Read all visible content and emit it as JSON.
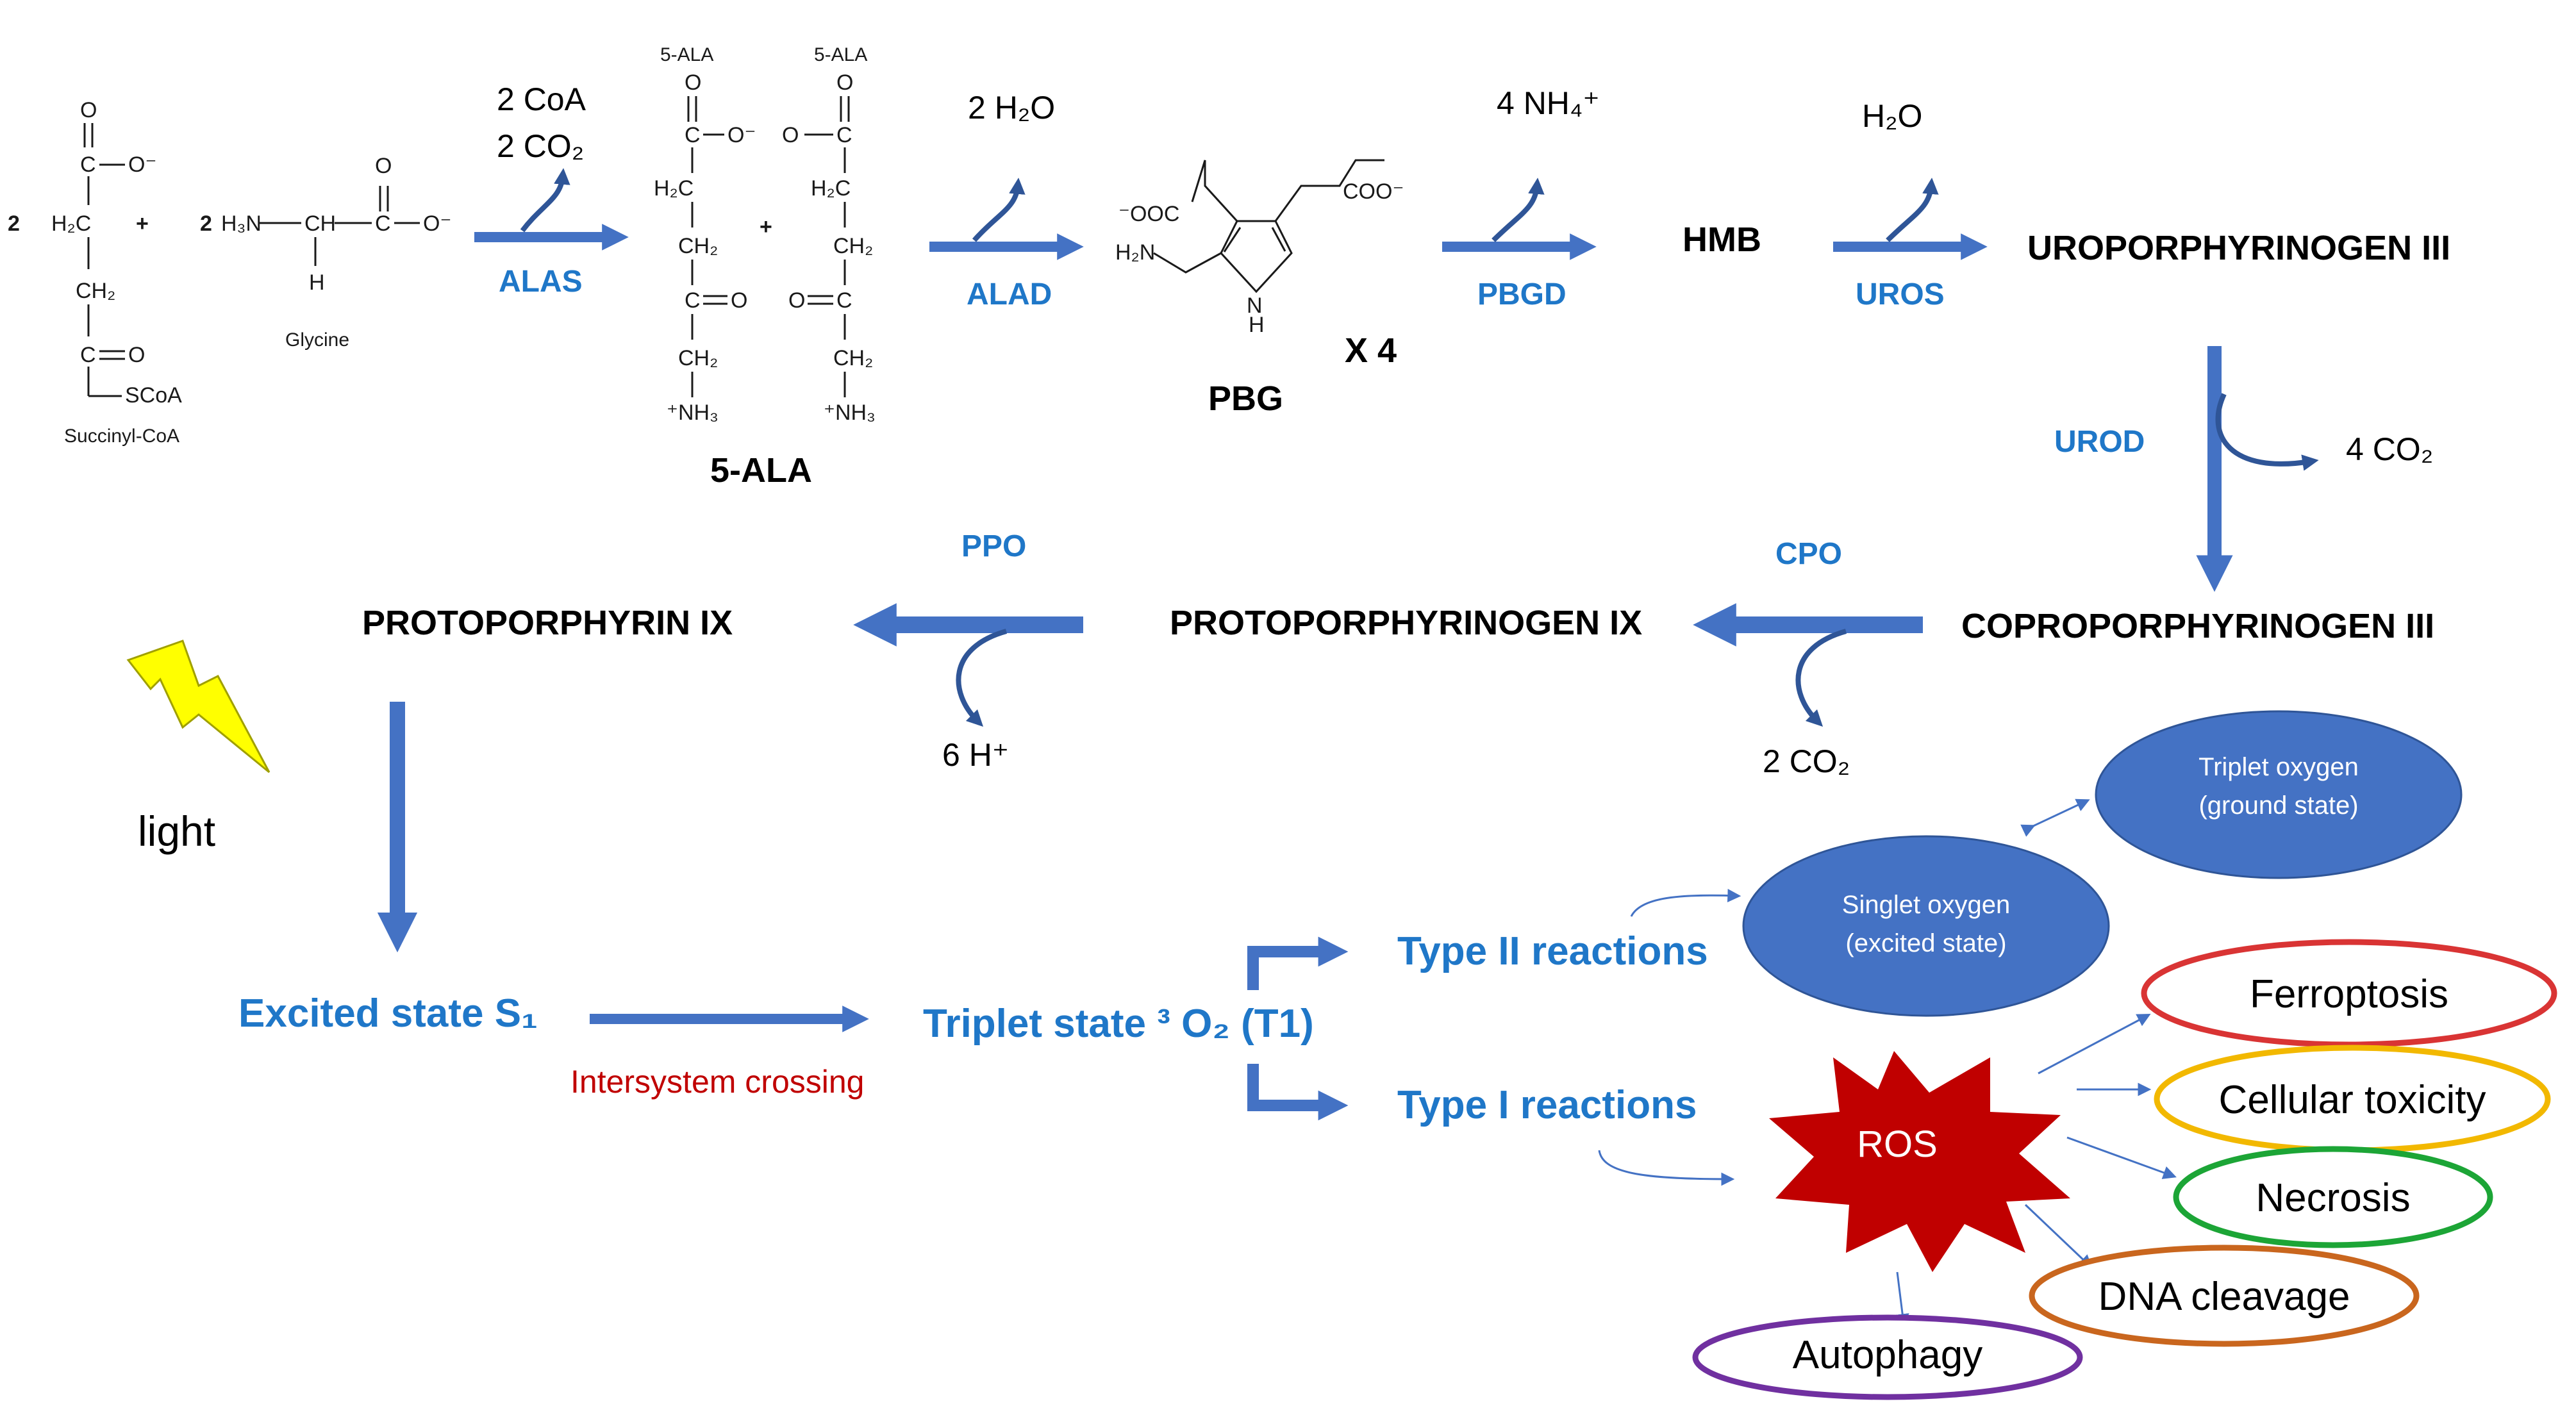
{
  "colors": {
    "arrow": "#4472C4",
    "enzyme_text": "#1F77C8",
    "ellipse_fill": "#4472C4",
    "ros_fill": "#C00000",
    "isc_text": "#C00000",
    "lightning_fill": "#FFFF00",
    "lightning_stroke": "#A0A000",
    "ferroptosis": "#D93434",
    "toxicity": "#F2B800",
    "necrosis": "#1CA536",
    "dna": "#C9661E",
    "autophagy": "#7030A0"
  },
  "reactants": {
    "coefficient_succinyl": "2",
    "plus": "+",
    "coefficient_glycine": "2",
    "succinyl_label": "Succinyl-CoA",
    "glycine_label": "Glycine",
    "atom_o": "O",
    "atom_c": "C",
    "atom_coo": "O⁻",
    "atom_h2c": "H₂C",
    "atom_ch2": "CH₂",
    "atom_scoa": "SCoA",
    "atom_h3n": "H₃N",
    "atom_ch": "CH",
    "atom_h": "H",
    "atom_nh3": "⁺NH₃"
  },
  "products": {
    "ala_header": "5-ALA",
    "ala_title": "5-ALA",
    "pbg_title": "PBG",
    "pbg_multiplier": "X 4",
    "pbg_coo": "COO⁻",
    "pbg_ooc": "⁻OOC",
    "pbg_h2n": "H₂N",
    "pbg_n": "N",
    "pbg_h": "H"
  },
  "pathway": {
    "hmb": "HMB",
    "uroporphyrinogen": "UROPORPHYRINOGEN  III",
    "coproporphyrinogen": "COPROPORPHYRINOGEN  III",
    "protoporphyrinogen": "PROTOPORPHYRINOGEN  IX",
    "protoporphyrin": "PROTOPORPHYRIN  IX"
  },
  "enzymes": {
    "alas": "ALAS",
    "alad": "ALAD",
    "pbgd": "PBGD",
    "uros": "UROS",
    "urod": "UROD",
    "cpo": "CPO",
    "ppo": "PPO"
  },
  "byproducts": {
    "coa": "2 CoA",
    "co2_alas": "2 CO₂",
    "water_alad": "2 H₂O",
    "ammonium": "4 NH₄⁺",
    "water_uros": "H₂O",
    "co2_urod": "4 CO₂",
    "co2_cpo": "2 CO₂",
    "protons": "6 H⁺"
  },
  "photodynamic": {
    "light": "light",
    "excited_state": "Excited state S₁",
    "intersystem_crossing": "Intersystem crossing",
    "triplet_state": "Triplet state ³ O₂ (T1)",
    "type2": "Type II reactions",
    "type1": "Type I reactions",
    "triplet_oxygen_line1": "Triplet oxygen",
    "triplet_oxygen_line2": "(ground state)",
    "singlet_oxygen_line1": "Singlet oxygen",
    "singlet_oxygen_line2": "(excited state)",
    "ros": "ROS"
  },
  "outcomes": {
    "ferroptosis": "Ferroptosis",
    "cellular_toxicity": "Cellular toxicity",
    "necrosis": "Necrosis",
    "dna_cleavage": "DNA cleavage",
    "autophagy": "Autophagy"
  }
}
